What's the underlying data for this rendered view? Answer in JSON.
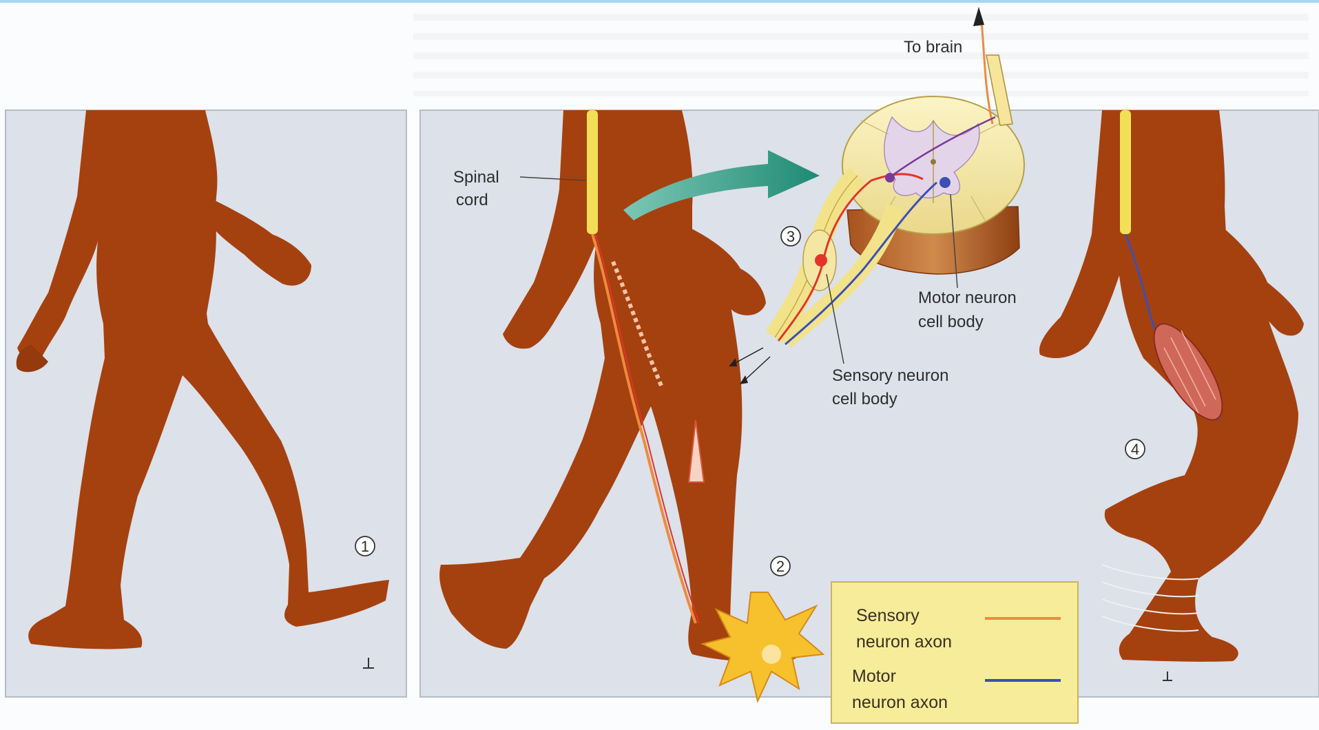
{
  "labels": {
    "to_brain": "To brain",
    "spinal_cord_1": "Spinal",
    "spinal_cord_2": "cord",
    "motor_cell_1": "Motor neuron",
    "motor_cell_2": "cell body",
    "sensory_cell_1": "Sensory neuron",
    "sensory_cell_2": "cell body"
  },
  "steps": [
    "1",
    "2",
    "3",
    "4"
  ],
  "legend": {
    "sensory_1": "Sensory",
    "sensory_2": "neuron axon",
    "motor_1": "Motor",
    "motor_2": "neuron axon"
  },
  "colors": {
    "panel_bg": "#dce1ea",
    "skin": "#a5410f",
    "spinal_cord": "#f2df58",
    "sensory_axon": "#f08a3c",
    "motor_axon": "#3b4fb5",
    "legend_bg": "#f6ec9a",
    "pain_star": "#f7c12d",
    "arrow_teal": "#3a9b8a"
  }
}
